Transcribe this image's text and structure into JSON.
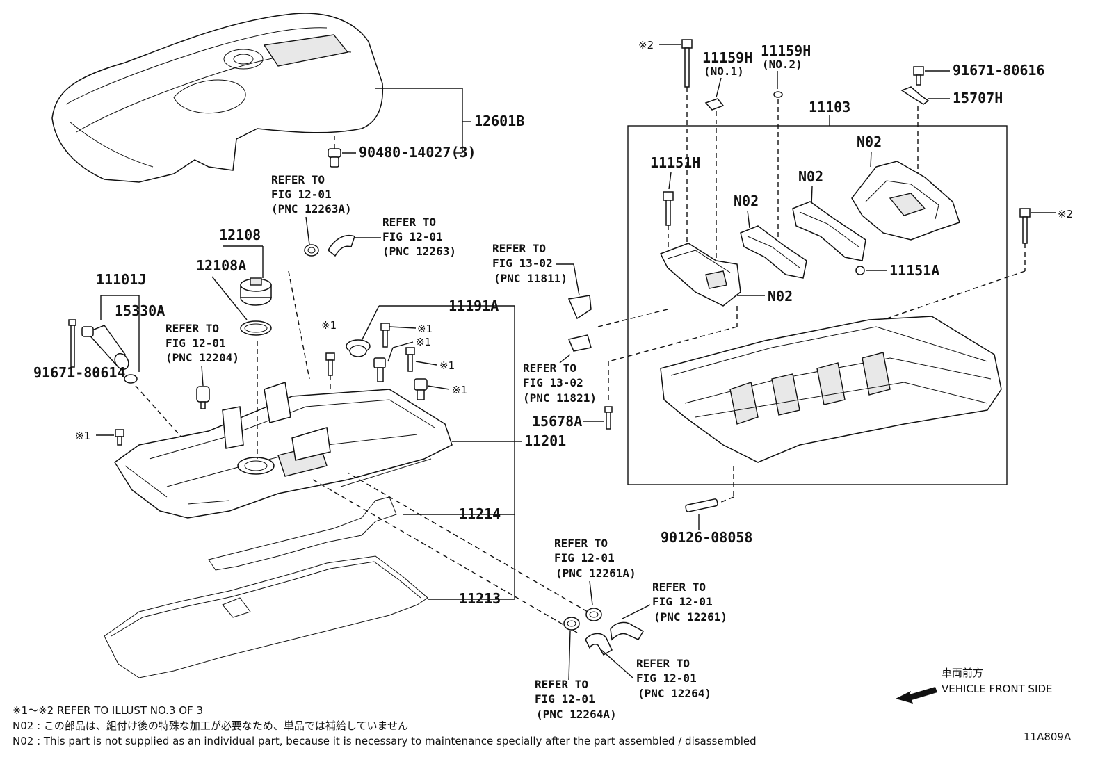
{
  "diagram_id": "11A809A",
  "part_numbers": {
    "p12601B": "12601B",
    "p90480": "90480-14027(3)",
    "p12108": "12108",
    "p12108A": "12108A",
    "p11101J": "11101J",
    "p15330A": "15330A",
    "p91671_80614": "91671-80614",
    "p11191A": "11191A",
    "p11201": "11201",
    "p11214": "11214",
    "p11213": "11213",
    "p11159H_1": "11159H",
    "p11159H_1_sub": "(NO.1)",
    "p11159H_2": "11159H",
    "p11159H_2_sub": "(NO.2)",
    "p91671_80616": "91671-80616",
    "p15707H": "15707H",
    "p11103": "11103",
    "p11151H": "11151H",
    "pN02_a": "N02",
    "pN02_b": "N02",
    "pN02_c": "N02",
    "pN02_d": "N02",
    "p11151A": "11151A",
    "p15678A": "15678A",
    "p90126": "90126-08058",
    "mark2_top": "※2",
    "mark2_right": "※2",
    "mark1_a": "※1",
    "mark1_b": "※1",
    "mark1_c": "※1",
    "mark1_d": "※1",
    "mark1_e": "※1",
    "mark1_left": "※1"
  },
  "refs": {
    "r1": {
      "l1": "REFER TO",
      "l2": "FIG 12-01",
      "l3": "(PNC 12263A)"
    },
    "r2": {
      "l1": "REFER TO",
      "l2": "FIG 12-01",
      "l3": "(PNC 12263)"
    },
    "r3": {
      "l1": "REFER TO",
      "l2": "FIG 12-01",
      "l3": "(PNC 12204)"
    },
    "r4": {
      "l1": "REFER TO",
      "l2": "FIG 13-02",
      "l3": "(PNC 11811)"
    },
    "r5": {
      "l1": "REFER TO",
      "l2": "FIG 13-02",
      "l3": "(PNC 11821)"
    },
    "r6": {
      "l1": "REFER TO",
      "l2": "FIG 12-01",
      "l3": "(PNC 12261A)"
    },
    "r7": {
      "l1": "REFER TO",
      "l2": "FIG 12-01",
      "l3": "(PNC 12261)"
    },
    "r8": {
      "l1": "REFER TO",
      "l2": "FIG 12-01",
      "l3": "(PNC 12264)"
    },
    "r9": {
      "l1": "REFER TO",
      "l2": "FIG 12-01",
      "l3": "(PNC 12264A)"
    }
  },
  "front": {
    "jp": "車両前方",
    "en": "VEHICLE FRONT SIDE"
  },
  "notes": {
    "n1": "※1～※2 REFER TO ILLUST NO.3 OF 3",
    "n2": "N02 : この部品は、組付け後の特殊な加工が必要なため、単品では補給していません",
    "n3": "N02 : This part is not supplied as an individual part, because it is necessary to maintenance specially after the part assembled / disassembled"
  }
}
